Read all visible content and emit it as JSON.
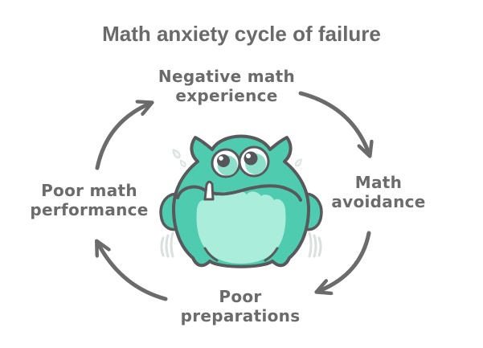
{
  "title": "Math anxiety cycle of failure",
  "diagram": {
    "type": "cycle",
    "direction": "clockwise",
    "steps": [
      {
        "position": "top",
        "label_lines": [
          "Negative math",
          "experience"
        ]
      },
      {
        "position": "right",
        "label_lines": [
          "Math",
          "avoidance"
        ]
      },
      {
        "position": "bottom",
        "label_lines": [
          "Poor",
          "preparations"
        ]
      },
      {
        "position": "left",
        "label_lines": [
          "Poor math",
          "performance"
        ]
      }
    ]
  },
  "mascot": {
    "name": "anxious teal monster",
    "features": [
      "worried eyes",
      "single tooth",
      "sweat drops",
      "trembling lines"
    ]
  },
  "colors": {
    "background": "#ffffff",
    "title_text": "#6a6a6a",
    "label_text": "#6b6b6b",
    "arrow": "#6b6b6b",
    "monster_body": "#4fcbb0",
    "monster_belly": "#a9edda",
    "monster_outline": "#58595b",
    "eye_ring": "#8ce0cb",
    "pupil": "#55565a",
    "sweat_drop": "#dce3e1",
    "shake_line": "#d9e0de"
  }
}
